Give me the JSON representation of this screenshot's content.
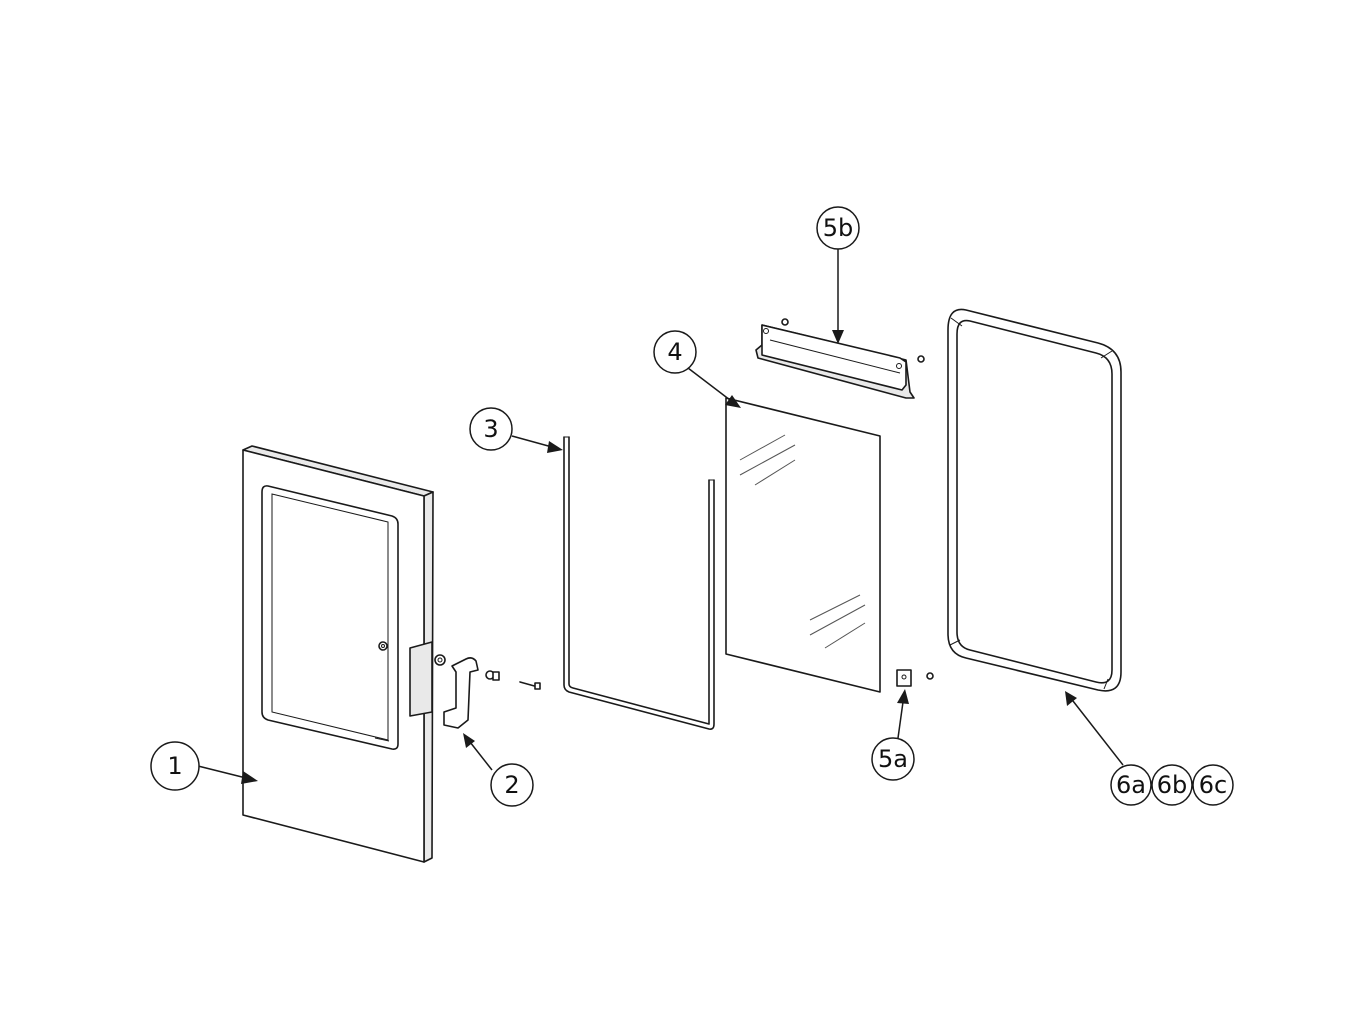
{
  "callouts": {
    "c1": "1",
    "c2": "2",
    "c3": "3",
    "c4": "4",
    "c5a": "5a",
    "c5b": "5b",
    "c6a": "6a",
    "c6b": "6b",
    "c6c": "6c"
  }
}
